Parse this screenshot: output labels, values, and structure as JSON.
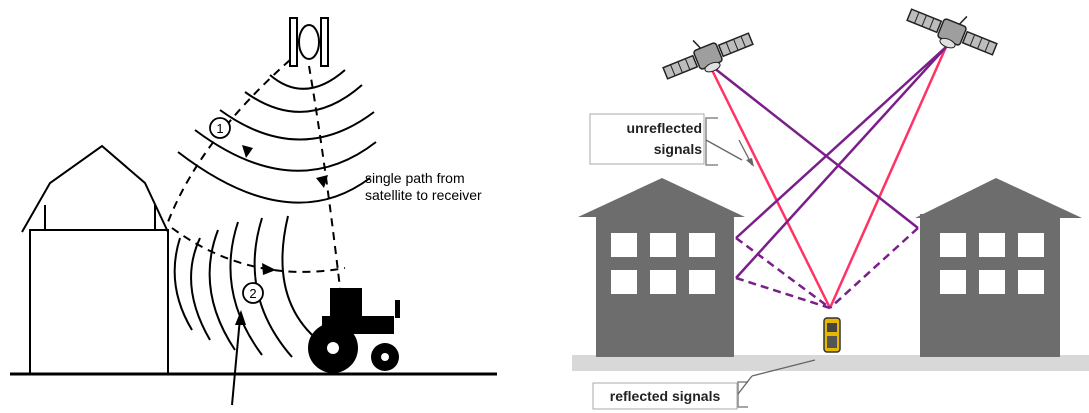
{
  "left_diagram": {
    "marker_1": "1",
    "marker_2": "2",
    "label_line1": "single path from",
    "label_line2": "satellite to receiver"
  },
  "right_diagram": {
    "unreflected_line1": "unreflected",
    "unreflected_line2": "signals",
    "reflected": "reflected signals"
  },
  "colors": {
    "building": "#6d6d6d",
    "ground": "#d8d8d8",
    "direct_signal": "#ff3366",
    "reflected_signal": "#7a1f8a",
    "receiver": "#e6b800"
  },
  "icons": [
    "satellite-icon",
    "barn-icon",
    "tractor-icon",
    "building-icon",
    "gps-receiver-icon"
  ]
}
